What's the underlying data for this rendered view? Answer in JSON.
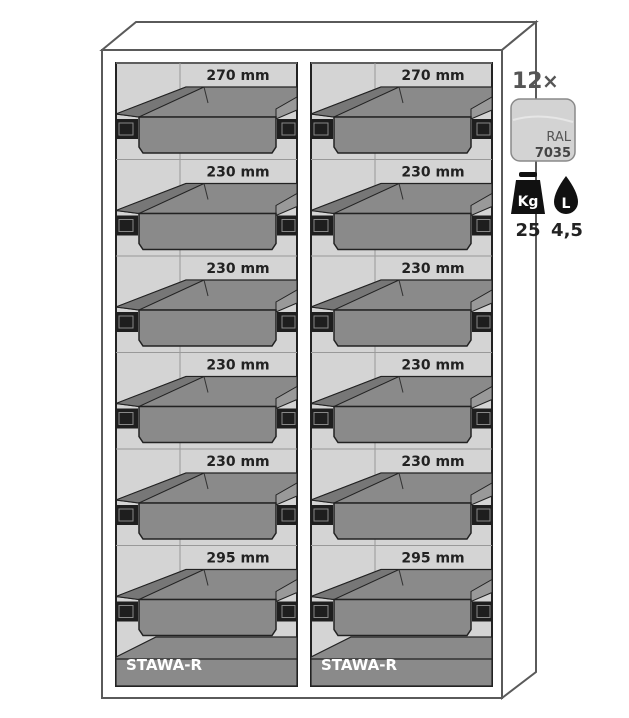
{
  "product": {
    "model_label": "STAWA-R",
    "compartments": [
      {
        "name": "left",
        "model_label": "STAWA-R",
        "shelf_heights": [
          "270 mm",
          "230 mm",
          "230 mm",
          "230 mm",
          "230 mm",
          "295 mm"
        ]
      },
      {
        "name": "right",
        "model_label": "STAWA-R",
        "shelf_heights": [
          "270 mm",
          "230 mm",
          "230 mm",
          "230 mm",
          "230 mm",
          "295 mm"
        ]
      }
    ]
  },
  "specs": {
    "quantity": "12",
    "quantity_suffix": "×",
    "color_standard": "RAL",
    "color_code": "7035",
    "weight_icon": "weight-kg-icon",
    "weight_icon_text": "Kg",
    "weight_value": "25",
    "volume_icon": "liter-drop-icon",
    "volume_icon_text": "L",
    "volume_value": "4,5"
  },
  "colors": {
    "outline": "#5a5a5a",
    "interior": "#d4d4d4",
    "tray": "#8a8a8a",
    "rail": "#1e1e1e",
    "ral_swatch": "#d3d3d3"
  }
}
